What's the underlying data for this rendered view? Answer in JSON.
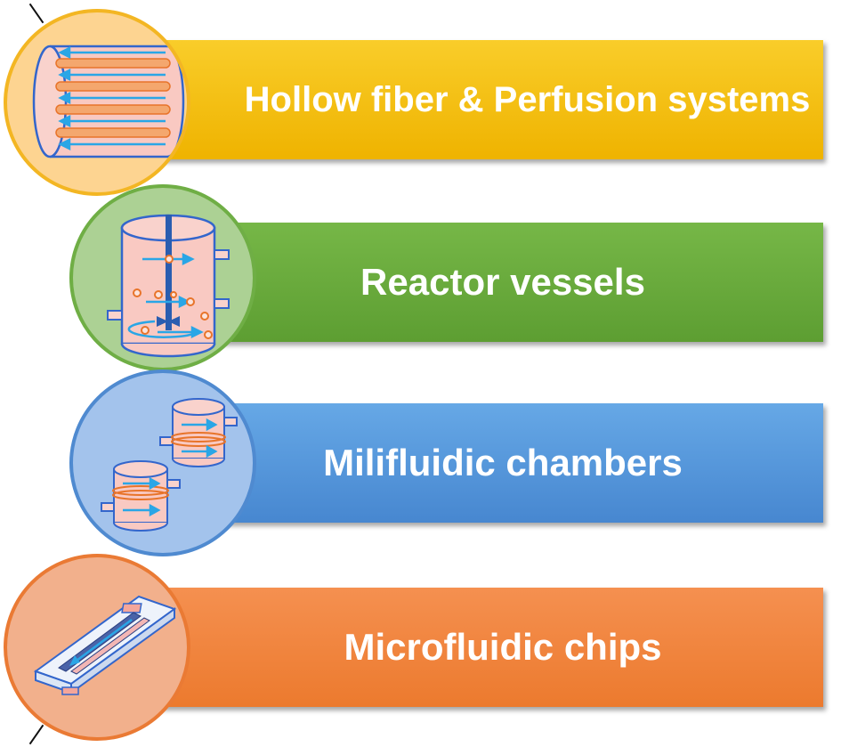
{
  "items": [
    {
      "label": "Hollow fiber & Perfusion systems",
      "icon": "hollow-fiber-icon",
      "color": "#f5c114"
    },
    {
      "label": "Reactor vessels",
      "icon": "reactor-vessel-icon",
      "color": "#6aab3f"
    },
    {
      "label": "Milifluidic chambers",
      "icon": "milifluidic-chamber-icon",
      "color": "#5597dc"
    },
    {
      "label": "Microfluidic chips",
      "icon": "microfluidic-chip-icon",
      "color": "#ef8440"
    }
  ]
}
